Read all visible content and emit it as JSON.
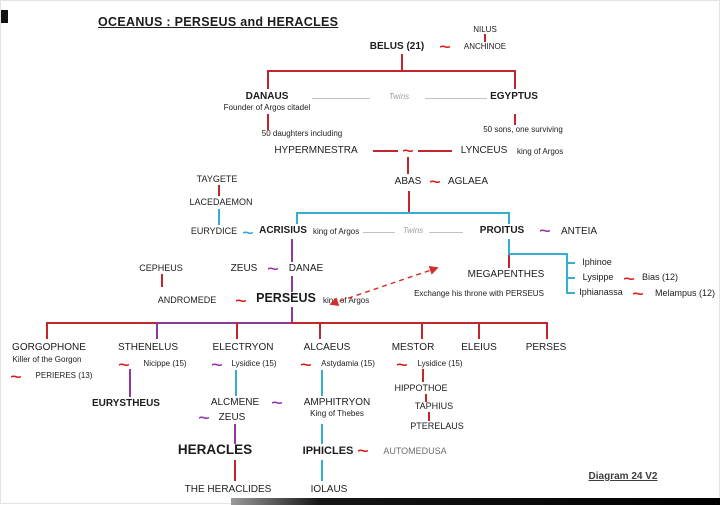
{
  "title": "OCEANUS : PERSEUS and HERACLES",
  "diagram_version": "Diagram 24 V2",
  "symbols": {
    "marriage": "~"
  },
  "colors": {
    "line_red": "#c0272d",
    "line_cyan": "#35aed0",
    "line_purple": "#8d3a9b",
    "squiggle_red": "#df1717",
    "squiggle_purple": "#9a2fae",
    "squiggle_cyan": "#2fa8d5",
    "twins_gray": "#9c9c9c"
  },
  "relations": {
    "twins_label": "Twins",
    "exchange_note": "Exchange his throne with PERSEUS"
  },
  "people": {
    "nilus": "NILUS",
    "anchinoe": "ANCHINOE",
    "belus": "BELUS (21)",
    "danaus": "DANAUS",
    "danaus_note": "Founder of Argos citadel",
    "egyptus": "EGYPTUS",
    "daughters_note": "50 daughters including",
    "sons_note": "50 sons, one surviving",
    "hypermnestra": "HYPERMNESTRA",
    "lynceus": "LYNCEUS",
    "lynceus_note": "king of Argos",
    "taygete": "TAYGETE",
    "lacedaemon": "LACEDAEMON",
    "abas": "ABAS",
    "aglaea": "AGLAEA",
    "eurydice": "EURYDICE",
    "acrisius": "ACRISIUS",
    "acrisius_note": "king of Argos",
    "proitus": "PROITUS",
    "anteia": "ANTEIA",
    "cepheus": "CEPHEUS",
    "andromede": "ANDROMEDE",
    "zeus_danae": "ZEUS",
    "danae": "DANAE",
    "perseus": "PERSEUS",
    "perseus_note": "king of Argos",
    "megapenthes": "MEGAPENTHES",
    "iphinoe": "Iphinoe",
    "lysippe": "Lysippe",
    "bias": "Bias (12)",
    "iphianassa": "Iphianassa",
    "melampus": "Melampus (12)",
    "gorgophone": "GORGOPHONE",
    "gorgophone_note": "Killer of the Gorgon",
    "perieres": "PERIERES (13)",
    "sthenelus": "STHENELUS",
    "nicippe": "Nicippe (15)",
    "electryon": "ELECTRYON",
    "lysidice_electryon": "Lysidice (15)",
    "alcaeus": "ALCAEUS",
    "astydamia": "Astydamia (15)",
    "mestor": "MESTOR",
    "lysidice_mestor": "Lysidice (15)",
    "eleius": "ELEIUS",
    "perses": "PERSES",
    "eurystheus": "EURYSTHEUS",
    "alcmene": "ALCMENE",
    "zeus_alcmene": "ZEUS",
    "amphitryon": "AMPHITRYON",
    "amphitryon_note": "King of Thebes",
    "hippothoe": "HIPPOTHOE",
    "taphius": "TAPHIUS",
    "pterelaus": "PTERELAUS",
    "heracles": "HERACLES",
    "heraclides": "THE HERACLIDES",
    "iphicles": "IPHICLES",
    "automedusa": "AUTOMEDUSA",
    "iolaus": "IOLAUS"
  }
}
